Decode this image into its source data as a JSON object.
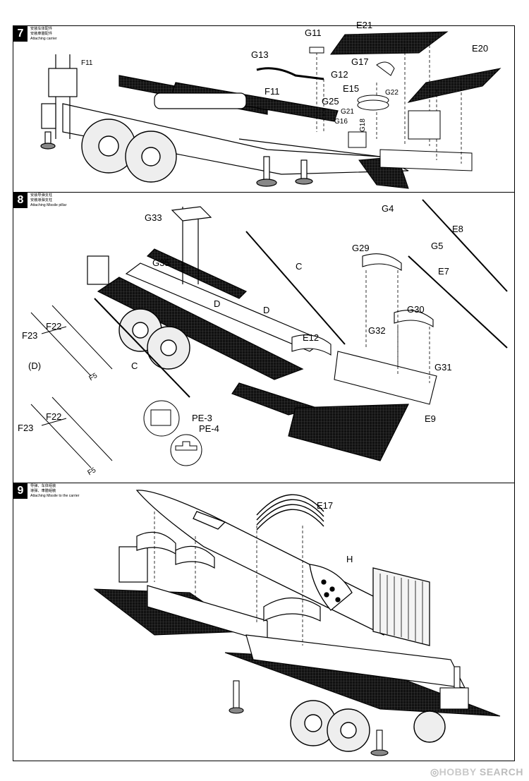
{
  "steps": [
    {
      "number": "7",
      "caption_lines": [
        "安装车体配件",
        "安裝車體配件",
        "Attaching carrier"
      ],
      "parts": {
        "e21": "E21",
        "e20": "E20",
        "g11": "G11",
        "g13": "G13",
        "g17": "G17",
        "g12": "G12",
        "g22": "G22",
        "f11a": "F11",
        "f11b": "F11",
        "e15": "E15",
        "g25": "G25",
        "g21": "G21",
        "g16": "G16",
        "g18": "G18"
      }
    },
    {
      "number": "8",
      "caption_lines": [
        "安装导弹支柱",
        "安裝導彈支柱",
        "Attaching Missile pillar"
      ],
      "parts": {
        "g33": "G33",
        "g4": "G4",
        "e8": "E8",
        "g29": "G29",
        "g5": "G5",
        "e7": "E7",
        "g35": "G35",
        "c1": "C",
        "d1": "D",
        "d2": "D",
        "g30": "G30",
        "f22a": "F22",
        "f23a": "F23",
        "d_paren": "(D)",
        "g32": "G32",
        "e12": "E12",
        "g31": "G31",
        "f5a": "F5",
        "c2": "C",
        "f22b": "F22",
        "pe3": "PE-3",
        "pe4": "PE-4",
        "e9": "E9",
        "f23b": "F23",
        "f5b": "F5"
      }
    },
    {
      "number": "9",
      "caption_lines": [
        "导弹、车体组装",
        "導彈、車體組裝",
        "Attaching Missile to the carrier"
      ],
      "parts": {
        "e17": "E17",
        "h": "H"
      }
    }
  ],
  "watermark": {
    "prefix": "◎",
    "brand": "HOBBY",
    "suffix": " SEARCH"
  }
}
